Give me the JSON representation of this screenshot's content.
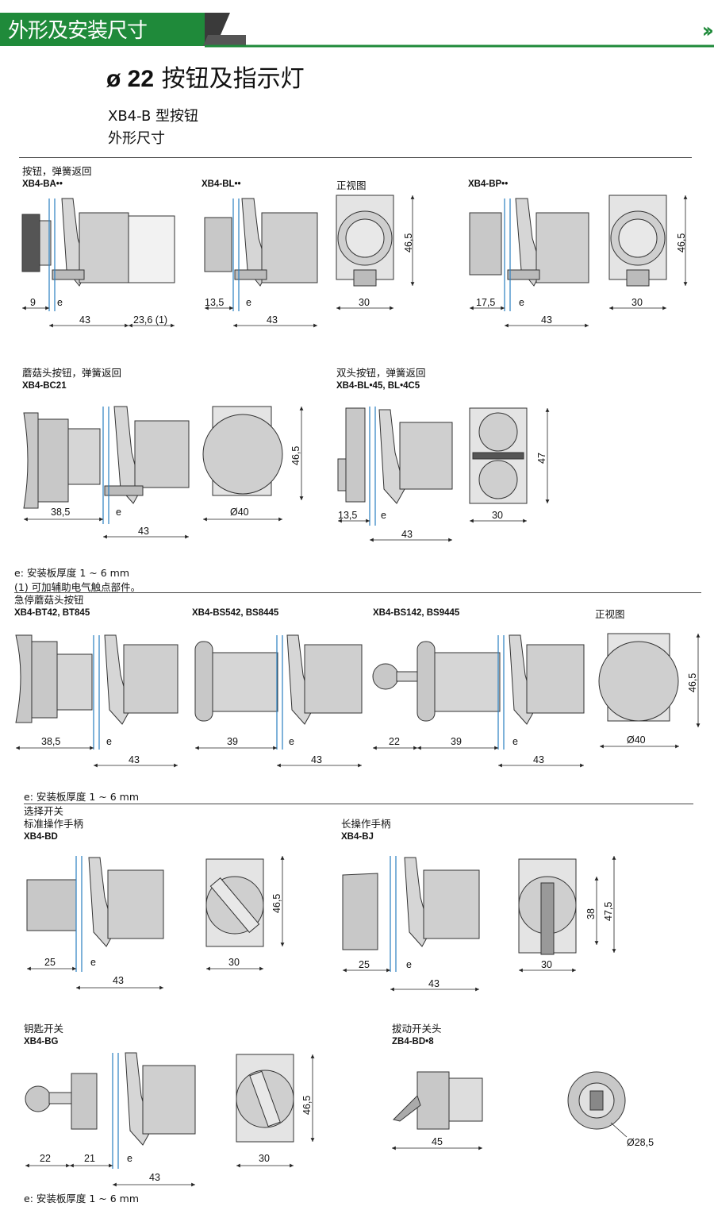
{
  "header": {
    "section_title": "外形及安装尺寸",
    "arrows": "››"
  },
  "title": {
    "diameter": "ø 22",
    "text": "按钮及指示灯"
  },
  "subtitle": {
    "line1": "XB4-B 型按钮",
    "line2": "外形尺寸"
  },
  "groups": {
    "push_spring": "按钮，弹簧返回",
    "mushroom": "蘑菇头按钮，弹簧返回",
    "double": "双头按钮，弹簧返回",
    "emergency": "急停蘑菇头按钮",
    "selector": "选择开关",
    "standard_handle": "标准操作手柄",
    "long_handle": "长操作手柄",
    "key": "钥匙开关",
    "toggle": "拔动开关头",
    "front_view_1": "正视图",
    "front_view_2": "正视图"
  },
  "codes": {
    "ba": "XB4-BA••",
    "bl": "XB4-BL••",
    "bp": "XB4-BP••",
    "bc21": "XB4-BC21",
    "bl45": "XB4-BL•45, BL•4C5",
    "bt42": "XB4-BT42, BT845",
    "bs542": "XB4-BS542, BS8445",
    "bs142": "XB4-BS142, BS9445",
    "bd": "XB4-BD",
    "bj": "XB4-BJ",
    "bg": "XB4-BG",
    "zb4": "ZB4-BD•8"
  },
  "notes": {
    "e1": "e: 安装板厚度 1 ~ 6 mm",
    "fn1": "(1) 可加辅助电气触点部件。",
    "e2": "e: 安装板厚度 1 ~ 6 mm",
    "e3": "e: 安装板厚度 1 ~ 6 mm"
  },
  "dims": {
    "d9": "9",
    "e_a": "e",
    "d43a": "43",
    "d236": "23,6 (1)",
    "d135a": "13,5",
    "e_b": "e",
    "d43b": "43",
    "d30a": "30",
    "d465a": "46,5",
    "d175": "17,5",
    "e_c": "e",
    "d43c": "43",
    "d30b": "30",
    "d465b": "46,5",
    "d385a": "38,5",
    "e_d": "e",
    "d43d": "43",
    "d40a": "Ø40",
    "d465c": "46,5",
    "d135b": "13,5",
    "e_e": "e",
    "d43e": "43",
    "d30c": "30",
    "d47": "47",
    "d385b": "38,5",
    "e_f": "e",
    "d43f": "43",
    "d39a": "39",
    "e_g": "e",
    "d43g": "43",
    "d22a": "22",
    "d39b": "39",
    "e_h": "e",
    "d43h": "43",
    "d40b": "Ø40",
    "d465d": "46,5",
    "d25a": "25",
    "e_i": "e",
    "d43i": "43",
    "d30d": "30",
    "d465e": "46,5",
    "d25b": "25",
    "e_j": "e",
    "d43j": "43",
    "d30e": "30",
    "d38": "38",
    "d475": "47,5",
    "d22b": "22",
    "d21": "21",
    "e_k": "e",
    "d43k": "43",
    "d30f": "30",
    "d465f": "46,5",
    "d45": "45",
    "d285": "Ø28,5"
  },
  "colors": {
    "header_green": "#1f8a3a",
    "header_dark": "#3a3a3a",
    "panel_blue": "#2a7fc0",
    "body_gray": "#d8d8d8"
  }
}
